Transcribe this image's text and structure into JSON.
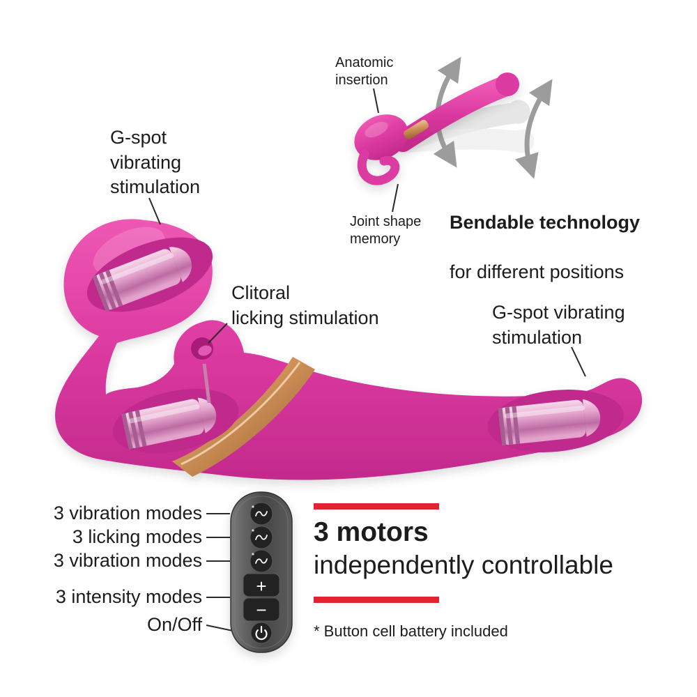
{
  "colors": {
    "background": "#ffffff",
    "product_pink": "#dc3aa1",
    "product_pink_dark": "#b9247f",
    "metallic_pink": "#e3a3cc",
    "rose_gold": "#c98a54",
    "remote_body": "#4a4a4a",
    "accent_red": "#e32330",
    "text": "#1c1c1c",
    "arrow_gray": "#9c9c9c"
  },
  "annotations": {
    "anatomic_insertion": "Anatomic\ninsertion",
    "joint_shape_memory": "Joint shape\nmemory",
    "bendable_title": "Bendable technology",
    "bendable_subtitle": "for different positions",
    "gspot_left": "G-spot\nvibrating\nstimulation",
    "clitoral": "Clitoral\nlicking stimulation",
    "gspot_right": "G-spot vibrating\nstimulation"
  },
  "remote": {
    "labels": [
      "3 vibration modes",
      "3 licking modes",
      "3 vibration modes",
      "3 intensity modes",
      "On/Off"
    ],
    "plus_label": "+",
    "minus_label": "−"
  },
  "features": {
    "title": "3 motors",
    "subtitle": "independently controllable",
    "footnote": "* Button cell battery included"
  }
}
